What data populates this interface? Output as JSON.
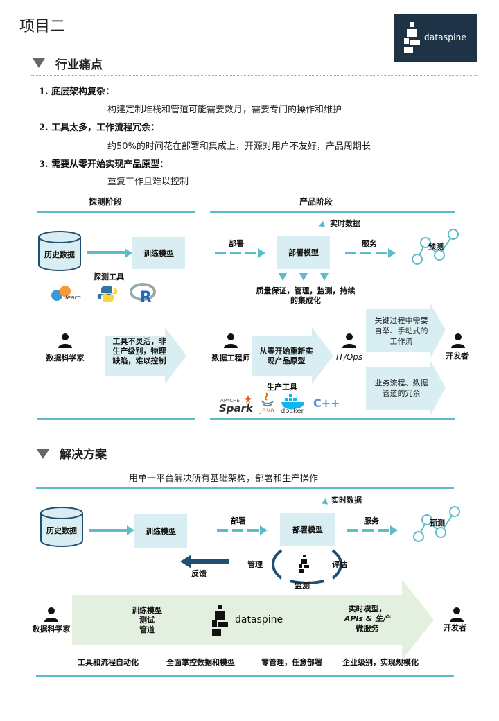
{
  "page": {
    "title": "项目二",
    "logo": {
      "name": "dataspine"
    }
  },
  "pain": {
    "heading": "行业痛点",
    "points": [
      {
        "title": "1. 底层架构复杂：",
        "desc": "构建定制堆栈和管道可能需要数月，需要专门的操作和维护"
      },
      {
        "title": "2. 工具太多，工作流程冗余：",
        "desc": "约50%的时间花在部署和集成上，开源对用户不友好，产品周期长"
      },
      {
        "title": "3. 需要从零开始实现产品原型：",
        "desc": "重复工作且难以控制"
      }
    ]
  },
  "diagram1": {
    "explore_stage": "探测阶段",
    "product_stage": "产品阶段",
    "history_data": "历史数据",
    "train_model": "训练模型",
    "explore_tools": "探测工具",
    "tools": [
      "learn",
      "R"
    ],
    "data_scientist": "数据科学家",
    "ds_problem": "工具不灵活，非生产级别，物理缺陷，难以控制",
    "deploy": "部署",
    "deploy_model": "部署模型",
    "realtime_data": "实时数据",
    "serve": "服务",
    "predict": "预测",
    "integration": "质量保证，管理，监测，持续的集成化",
    "data_engineer": "数据工程师",
    "engineer_problem": "从零开始重新实现产品原型",
    "itops": "IT/Ops",
    "production_tools": "生产工具",
    "prod_tools": [
      "Spark",
      "Java",
      "docker",
      "C++"
    ],
    "spark_caption": "APACHE",
    "dev_problem_1": "关键过程中需要自举、手动式的工作流",
    "dev_problem_2": "业务流程、数据管道的冗余",
    "developer": "开发者"
  },
  "solution": {
    "heading": "解决方案",
    "subtitle": "用单一平台解决所有基础架构，部署和生产操作",
    "history_data": "历史数据",
    "train_model": "训练模型",
    "deploy": "部署",
    "deploy_model": "部署模型",
    "realtime_data": "实时数据",
    "serve": "服务",
    "predict": "预测",
    "feedback": "反馈",
    "manage": "管理",
    "evaluate": "评估",
    "monitor": "监测",
    "data_scientist": "数据科学家",
    "left_items": [
      "训练模型",
      "测试",
      "管道"
    ],
    "brand": "dataspine",
    "right_text_1": "实时模型，",
    "right_text_2": "APIs & 生产",
    "right_text_3": "微服务",
    "developer": "开发者",
    "features": [
      "工具和流程自动化",
      "全面掌控数据和模型",
      "零管理，任意部署",
      "企业级别，实现规模化"
    ]
  },
  "colors": {
    "teal": "#5cbcc8",
    "light_box": "#d9eef2",
    "dark_navy": "#1e3345",
    "arrow_green": "#e4f0df"
  }
}
